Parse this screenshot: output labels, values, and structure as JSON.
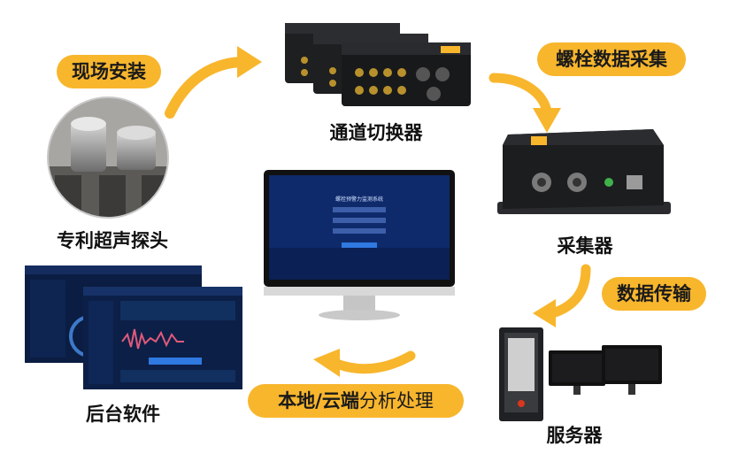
{
  "steps": {
    "install": "现场安装",
    "bolt_collect": "螺栓数据采集",
    "transfer": "数据传输",
    "analysis_bold": "本地/云端",
    "analysis_rest": "分析处理"
  },
  "devices": {
    "switcher": "通道切换器",
    "probe": "专利超声探头",
    "collector": "采集器",
    "server": "服务器",
    "software": "后台软件"
  },
  "monitor_screen": {
    "title": "螺栓预警力监测系统"
  },
  "colors": {
    "accent": "#f8b62d",
    "device": "#1e1f21",
    "screen": "#0f2a6b"
  }
}
